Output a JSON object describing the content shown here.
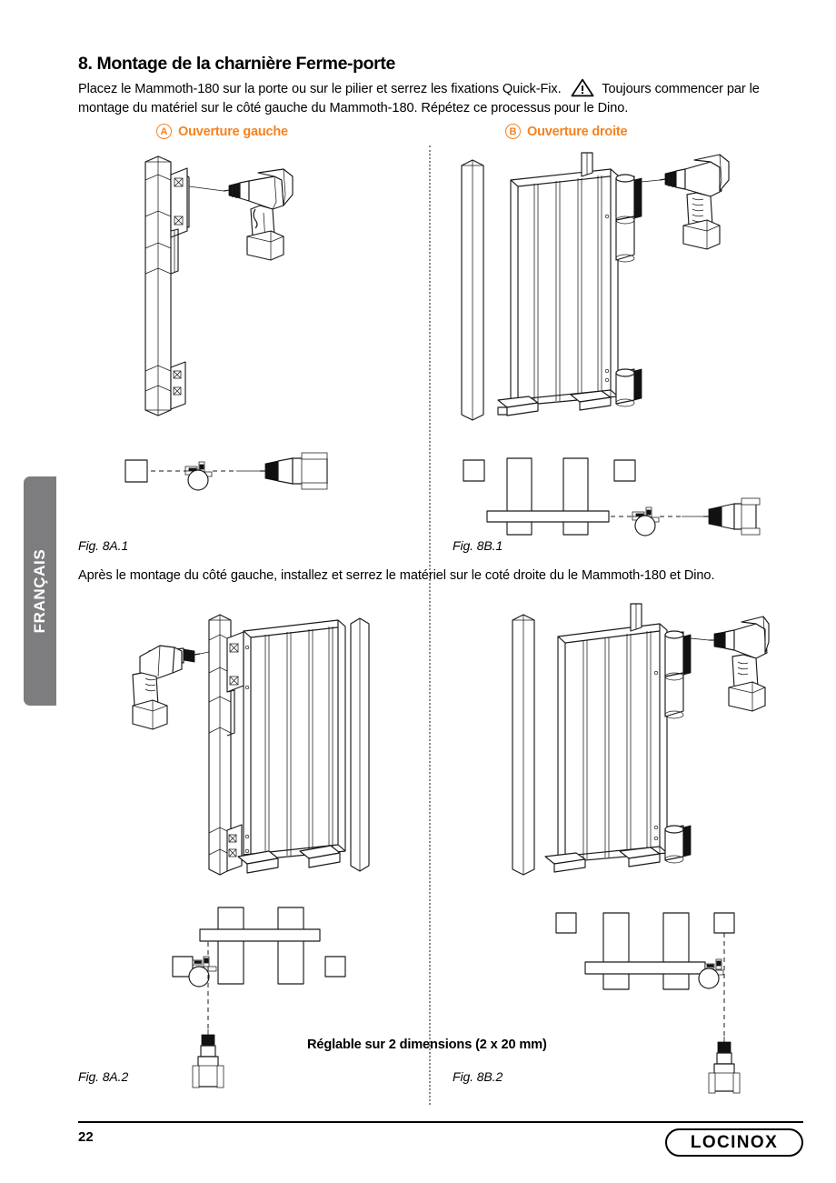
{
  "document": {
    "language_tab": "FRANÇAIS",
    "page_number": "22",
    "brand": "LOCINOX"
  },
  "section": {
    "title": "8. Montage de la charnière Ferme-porte",
    "intro": "Placez le Mammoth-180 sur la porte ou sur le pilier et serrez les fixations Quick-Fix.",
    "intro_after_icon": "Toujours commencer par le montage du matériel sur le côté gauche du Mammoth-180. Répétez ce processus pour le Dino.",
    "warning_icon": "warning-triangle-icon"
  },
  "columns": [
    {
      "badge": "A",
      "label": "Ouverture gauche"
    },
    {
      "badge": "B",
      "label": "Ouverture droite"
    }
  ],
  "figures": {
    "fig_8a1": "Fig. 8A.1",
    "fig_8b1": "Fig. 8B.1",
    "fig_8a2": "Fig. 8A.2",
    "fig_8b2": "Fig. 8B.2"
  },
  "middle_text": "Après le montage du côté gauche, installez et serrez le matériel sur le coté droite du le Mammoth-180 et Dino.",
  "adjust_note": "Réglable sur 2 dimensions (2 x 20 mm)",
  "colors": {
    "accent_orange": "#F58220",
    "tab_gray": "#7d7d7f",
    "line_black": "#1a1a1a"
  }
}
